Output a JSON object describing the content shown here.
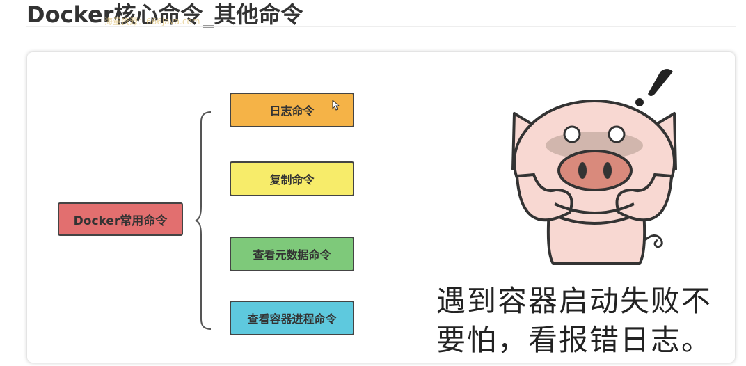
{
  "slide": {
    "title": "Docker核心命令_其他命令",
    "watermark": "海量资源：666java.com"
  },
  "diagram": {
    "root": "Docker常用命令",
    "branches": [
      {
        "label": "日志命令",
        "color": "#f5b347"
      },
      {
        "label": "复制命令",
        "color": "#f7ec6a"
      },
      {
        "label": "查看元数据命令",
        "color": "#7ec97a"
      },
      {
        "label": "查看容器进程命令",
        "color": "#5ec9de"
      }
    ],
    "root_color": "#e26f6f"
  },
  "illustration": {
    "subject": "pig-meme",
    "caption_line1": "遇到容器启动失败不",
    "caption_line2": "要怕，看报错日志。"
  }
}
